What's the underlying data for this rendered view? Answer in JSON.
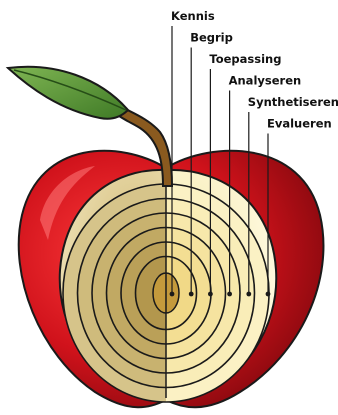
{
  "diagram": {
    "levels": [
      {
        "label": "Kennis"
      },
      {
        "label": "Begrip"
      },
      {
        "label": "Toepassing"
      },
      {
        "label": "Analyseren"
      },
      {
        "label": "Synthetiseren"
      },
      {
        "label": "Evalueren"
      }
    ],
    "colors": {
      "apple_skin": "#d0121b",
      "apple_skin_dark": "#8e0a10",
      "leaf": "#5f9a3a",
      "stem": "#8a5a1f",
      "flesh_left": "#e0cf9a",
      "flesh_right": "#fdf7d2",
      "core": "#c7a24a",
      "ring_line": "#1a1a1a"
    }
  }
}
